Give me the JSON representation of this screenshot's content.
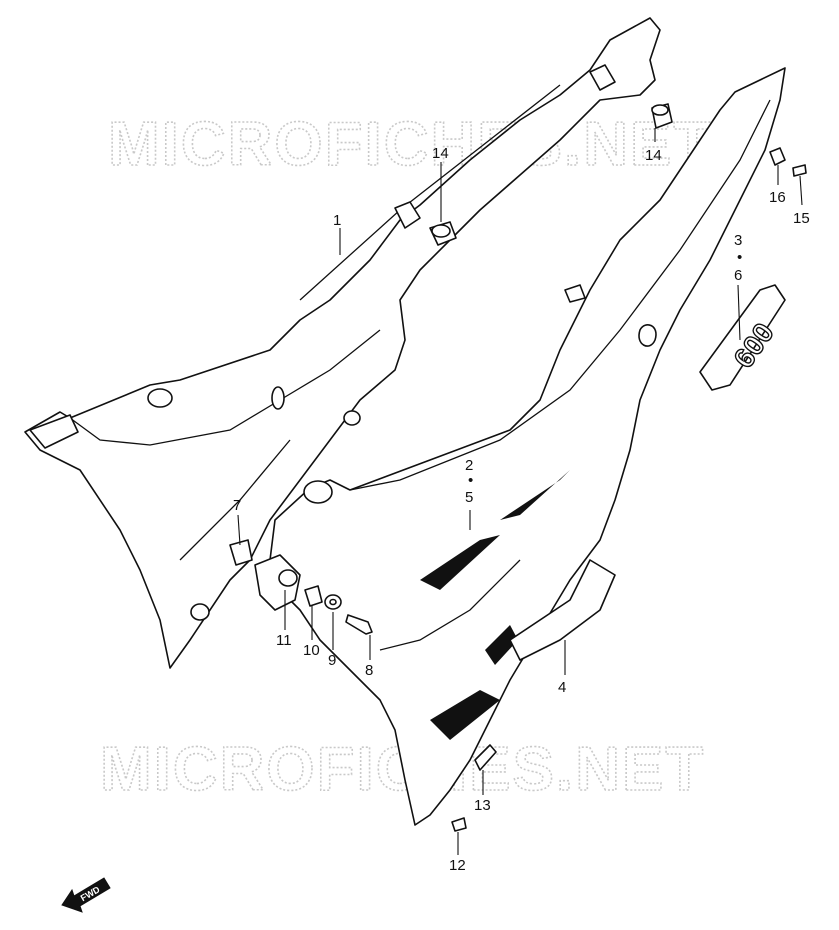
{
  "watermark": "MICROFICHES.NET",
  "fwd": "FWD",
  "labels": {
    "p1": "1",
    "p2": "2",
    "p3": "3",
    "p4": "4",
    "p5": "5",
    "p6": "6",
    "p7": "7",
    "p8": "8",
    "p9": "9",
    "p10": "10",
    "p11": "11",
    "p12": "12",
    "p13": "13",
    "p14a": "14",
    "p14b": "14",
    "p15": "15",
    "p16": "16",
    "dot_a": "•",
    "dot_b": "•"
  },
  "emblem_text": "600"
}
